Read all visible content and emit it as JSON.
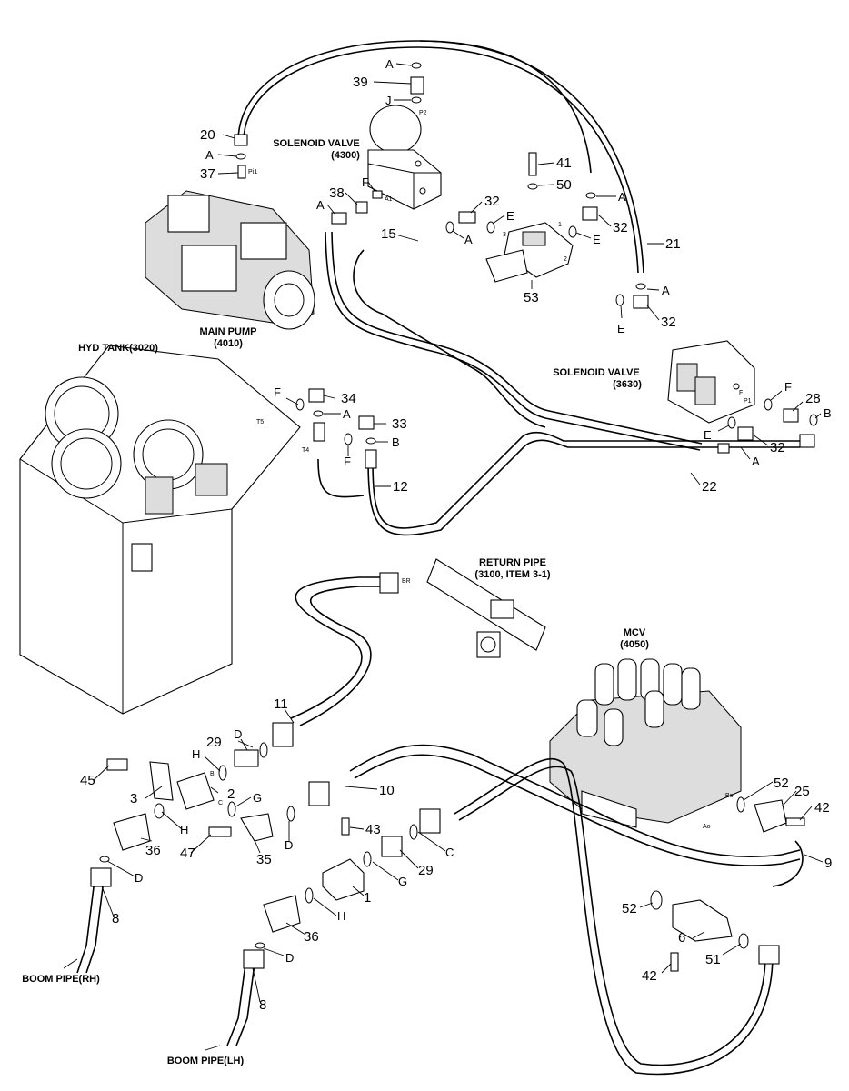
{
  "labels": {
    "main_pump": "MAIN PUMP",
    "main_pump_code": "(4010)",
    "solenoid_valve_top": "SOLENOID VALVE",
    "solenoid_valve_top_code": "(4300)",
    "solenoid_valve_right": "SOLENOID VALVE",
    "solenoid_valve_right_code": "(3630)",
    "hyd_tank": "HYD TANK(3020)",
    "return_pipe": "RETURN PIPE",
    "return_pipe_ref": "(3100, ITEM 3-1)",
    "mcv": "MCV",
    "mcv_code": "(4050)",
    "boom_pipe_rh": "BOOM PIPE(RH)",
    "boom_pipe_lh": "BOOM PIPE(LH)"
  },
  "ports": {
    "p2": "P2",
    "pi1": "Pi1",
    "a1": "A1",
    "p1": "P1",
    "t5": "T5",
    "t4": "T4",
    "br": "BR",
    "bo": "Bo",
    "ao": "Ao",
    "one": "1",
    "two": "2",
    "three": "3",
    "b": "B",
    "c": "C"
  },
  "callouts": {
    "n20": "20",
    "a_20": "A",
    "n37": "37",
    "a_39": "A",
    "n39": "39",
    "j_39": "J",
    "n38": "38",
    "f_38": "F",
    "a_38": "A",
    "n15": "15",
    "a_15": "A",
    "n32a": "32",
    "e_32a": "E",
    "n41": "41",
    "n50": "50",
    "a_21": "A",
    "n32b": "32",
    "e_32b": "E",
    "n21": "21",
    "n53": "53",
    "a_32c": "A",
    "n32c": "32",
    "e_32c": "E",
    "f_34": "F",
    "n34": "34",
    "a_34": "A",
    "n33": "33",
    "b_33": "B",
    "f_33": "F",
    "n12": "12",
    "f_28": "F",
    "n28": "28",
    "b_28": "B",
    "e_32d": "E",
    "n32d": "32",
    "a_22": "A",
    "n22": "22",
    "n11": "11",
    "d_29": "D",
    "n29a": "29",
    "h_2": "H",
    "n2": "2",
    "g_2": "G",
    "n45": "45",
    "n3": "3",
    "h_36": "H",
    "n47": "47",
    "n35": "35",
    "d_35": "D",
    "n36a": "36",
    "d_8": "D",
    "n8a": "8",
    "n10": "10",
    "n43": "43",
    "n29b": "29",
    "c_29": "C",
    "g_1": "G",
    "n1": "1",
    "h_1": "H",
    "n36b": "36",
    "d_8b": "D",
    "n8b": "8",
    "n52a": "52",
    "n25": "25",
    "n42a": "42",
    "n9": "9",
    "n52b": "52",
    "n6": "6",
    "n51": "51",
    "n42b": "42"
  }
}
